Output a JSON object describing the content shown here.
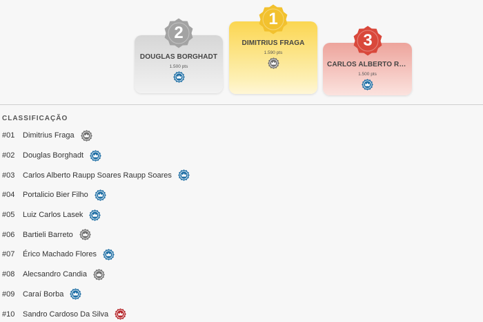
{
  "podium": {
    "first": {
      "place": "1",
      "name": "DIMITRIUS FRAGA",
      "points": "1.590 pts",
      "badge": "gray-crown-icon"
    },
    "second": {
      "place": "2",
      "name": "DOUGLAS BORGHADT",
      "points": "1.500 pts",
      "badge": "blue-crown-icon"
    },
    "third": {
      "place": "3",
      "name": "CARLOS ALBERTO RA...",
      "points": "1.500 pts",
      "badge": "blue-crown-icon"
    }
  },
  "section_title": "CLASSIFICAÇÃO",
  "ranking": [
    {
      "pos": "#01",
      "name": "Dimitrius Fraga",
      "badge": "gray"
    },
    {
      "pos": "#02",
      "name": "Douglas Borghadt",
      "badge": "blue"
    },
    {
      "pos": "#03",
      "name": "Carlos Alberto Raupp Soares Raupp Soares",
      "badge": "blue"
    },
    {
      "pos": "#04",
      "name": "Portalicio Bier Filho",
      "badge": "blue"
    },
    {
      "pos": "#05",
      "name": "Luiz Carlos Lasek",
      "badge": "blue"
    },
    {
      "pos": "#06",
      "name": "Bartieli Barreto",
      "badge": "gray"
    },
    {
      "pos": "#07",
      "name": "Érico Machado Flores",
      "badge": "blue"
    },
    {
      "pos": "#08",
      "name": "Alecsandro Candia",
      "badge": "gray"
    },
    {
      "pos": "#09",
      "name": "Caraí Borba",
      "badge": "blue"
    },
    {
      "pos": "#10",
      "name": "Sandro Cardoso Da Silva",
      "badge": "red"
    }
  ],
  "colors": {
    "gold": "#f2c12e",
    "silver": "#9a9a9a",
    "bronze": "#d9483b",
    "badge_blue": "#1f6fa5",
    "badge_gray": "#6e6e6e",
    "badge_red": "#b5262a"
  }
}
